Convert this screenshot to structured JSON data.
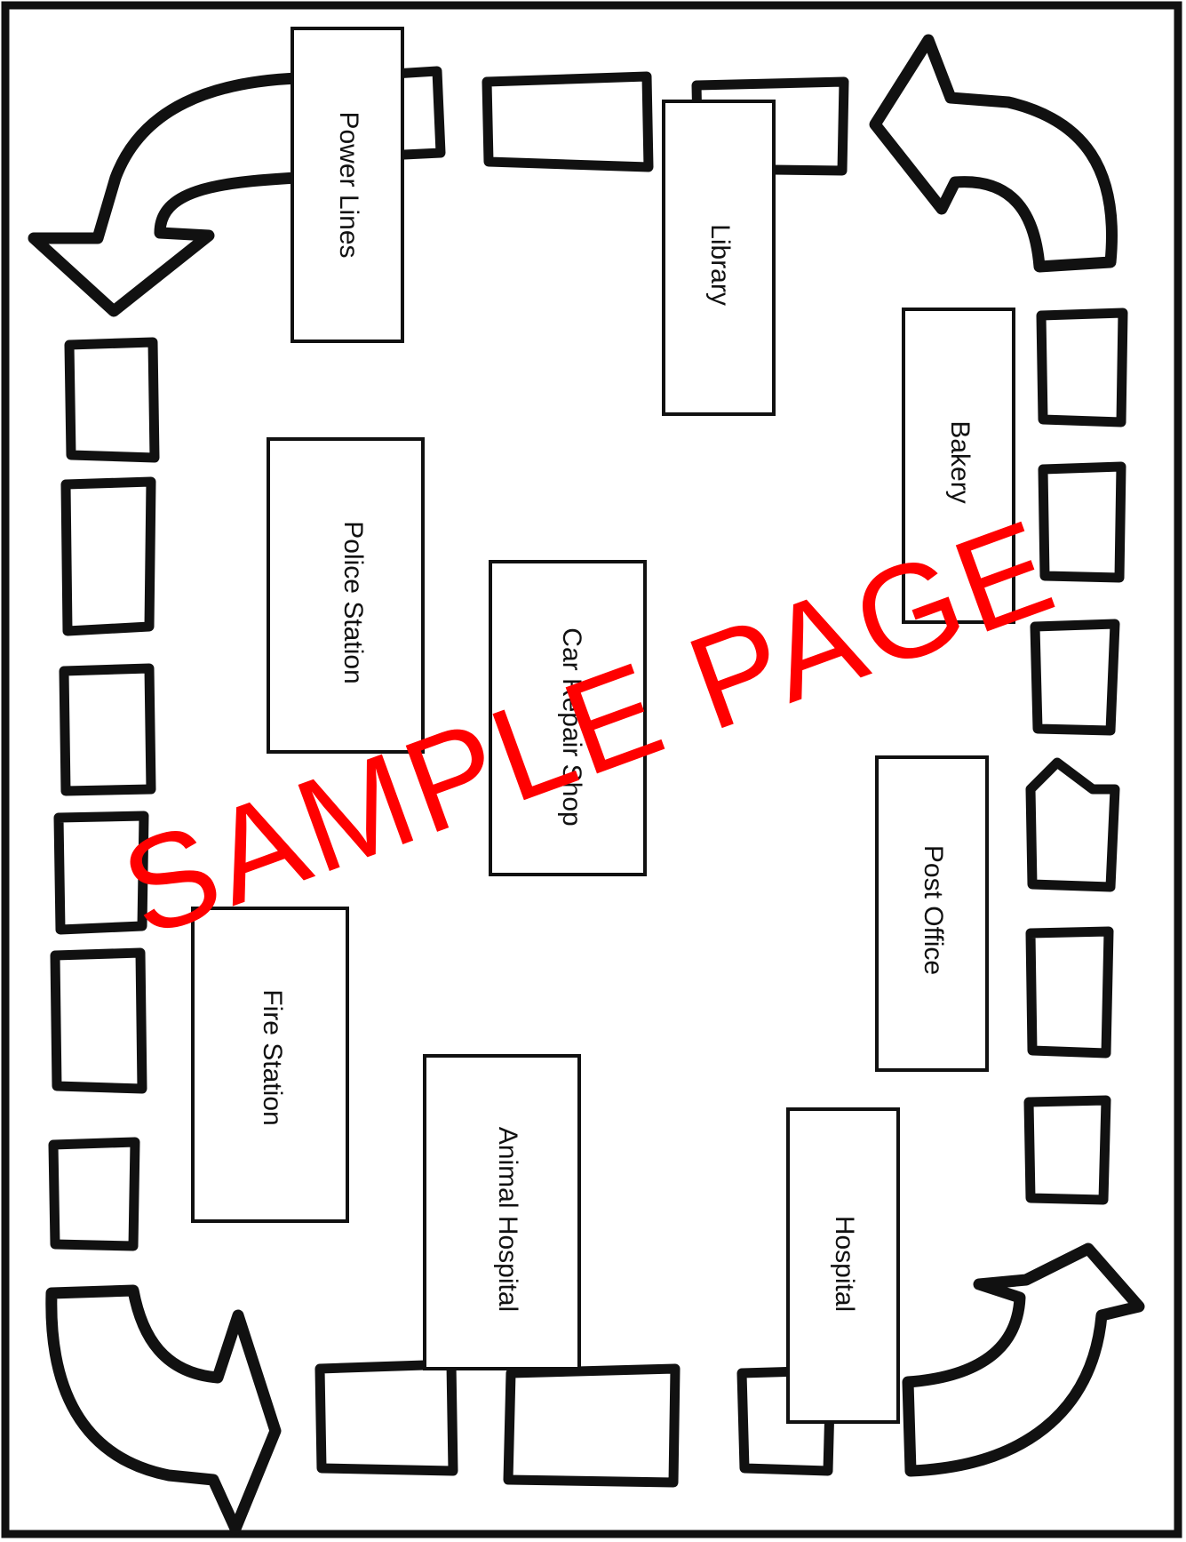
{
  "board": {
    "buildings": [
      {
        "id": "power-lines",
        "label": "Power Lines"
      },
      {
        "id": "library",
        "label": "Library"
      },
      {
        "id": "bakery",
        "label": "Bakery"
      },
      {
        "id": "police-station",
        "label": "Police Station"
      },
      {
        "id": "car-repair-shop",
        "label": "Car Repair Shop"
      },
      {
        "id": "post-office",
        "label": "Post Office"
      },
      {
        "id": "fire-station",
        "label": "Fire Station"
      },
      {
        "id": "animal-hospital",
        "label": "Animal Hospital"
      },
      {
        "id": "hospital",
        "label": "Hospital"
      }
    ]
  },
  "watermark": {
    "text": "SAMPLE PAGE",
    "color": "#ff0000"
  },
  "colors": {
    "outline": "#111111",
    "fill": "#ffffff"
  }
}
